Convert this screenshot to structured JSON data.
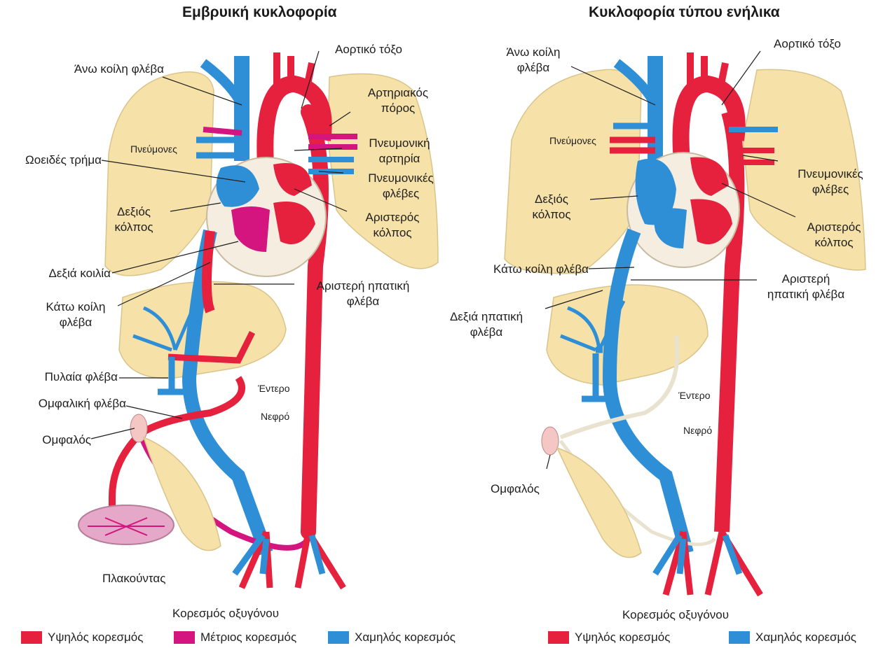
{
  "colors": {
    "high": "#e5213d",
    "medium": "#d4147f",
    "low": "#2f8fd6",
    "organ": "#f6e1a8",
    "heart_bg": "#f4ede0"
  },
  "fetal": {
    "title": "Εμβρυική κυκλοφορία",
    "labels": {
      "svc": "Άνω κοίλη φλέβα",
      "arch": "Αορτικό τόξο",
      "ductus_a": "Αρτηριακός",
      "ductus_b": "πόρος",
      "lungs": "Πνεύμονες",
      "pulm_artery_a": "Πνευμονική",
      "pulm_artery_b": "αρτηρία",
      "foramen": "Ωοειδές τρήμα",
      "pulm_veins_a": "Πνευμονικές",
      "pulm_veins_b": "φλέβες",
      "right_atrium_a": "Δεξιός",
      "right_atrium_b": "κόλπος",
      "left_atrium_a": "Αριστερός",
      "left_atrium_b": "κόλπος",
      "right_ventricle": "Δεξιά κοιλία",
      "ivc_a": "Κάτω κοίλη",
      "ivc_b": "φλέβα",
      "left_hepatic_a": "Αριστερή ηπατική",
      "left_hepatic_b": "φλέβα",
      "portal": "Πυλαία φλέβα",
      "intestine": "Έντερο",
      "umbilical_vein": "Ομφαλική φλέβα",
      "kidney": "Νεφρό",
      "navel": "Ομφαλός",
      "placenta": "Πλακούντας",
      "saturation": "Κορεσμός οξυγόνου"
    },
    "legend": [
      "Υψηλός κορεσμός",
      "Μέτριος κορεσμός",
      "Χαμηλός κορεσμός"
    ]
  },
  "adult": {
    "title": "Κυκλοφορία τύπου ενήλικα",
    "labels": {
      "svc_a": "Άνω κοίλη",
      "svc_b": "φλέβα",
      "arch": "Αορτικό τόξο",
      "lungs": "Πνεύμονες",
      "pulm_veins_a": "Πνευμονικές",
      "pulm_veins_b": "φλέβες",
      "right_atrium_a": "Δεξιός",
      "right_atrium_b": "κόλπος",
      "left_atrium_a": "Αριστερός",
      "left_atrium_b": "κόλπος",
      "ivc": "Κάτω κοίλη φλέβα",
      "left_hepatic_a": "Αριστερή",
      "left_hepatic_b": "ηπατική φλέβα",
      "right_hepatic_a": "Δεξιά ηπατική",
      "right_hepatic_b": "φλέβα",
      "intestine": "Έντερο",
      "kidney": "Νεφρό",
      "navel": "Ομφαλός",
      "saturation": "Κορεσμός οξυγόνου"
    },
    "legend": [
      "Υψηλός κορεσμός",
      "Χαμηλός κορεσμός"
    ]
  }
}
